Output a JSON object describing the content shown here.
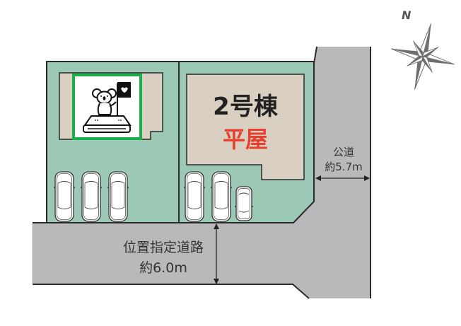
{
  "colors": {
    "lot_green": "#9cc9b5",
    "house_beige": "#d9d0c1",
    "road_gray": "#b9b9bb",
    "outline": "#2b2b2b",
    "icon_border": "#1aae4c",
    "floor_type_red": "#e8402f",
    "text_dark": "#333333"
  },
  "compass": {
    "north_label": "N",
    "icon": "compass-rose-icon"
  },
  "lot1": {
    "icon": "koala-sandbox-icon",
    "parking_cars": 3
  },
  "lot2": {
    "building_name": "2号棟",
    "floor_type": "平屋",
    "parking_cars": 2,
    "parking_compact_cars": 1
  },
  "public_road": {
    "label": "公道",
    "width": "約5.7m"
  },
  "designated_road": {
    "label": "位置指定道路",
    "width": "約6.0m"
  }
}
